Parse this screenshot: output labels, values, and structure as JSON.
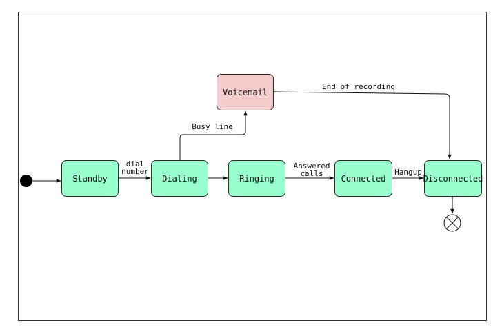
{
  "colors": {
    "state_fill": "#99ffcc",
    "voicemail_fill": "#f4cccc",
    "stroke": "#2a2a2a",
    "initial": "#000000"
  },
  "states": {
    "standby": "Standby",
    "dialing": "Dialing",
    "ringing": "Ringing",
    "connected": "Connected",
    "disconnected": "Disconnected",
    "voicemail": "Voicemail"
  },
  "transitions": {
    "dial_number_line1": "dial",
    "dial_number_line2": "number",
    "busy_line": "Busy line",
    "answered_line1": "Answered",
    "answered_line2": "calls",
    "hangup": "Hangup",
    "end_of_recording": "End of recording"
  },
  "icons": {
    "initial": "initial-state-icon",
    "final": "final-state-icon"
  }
}
